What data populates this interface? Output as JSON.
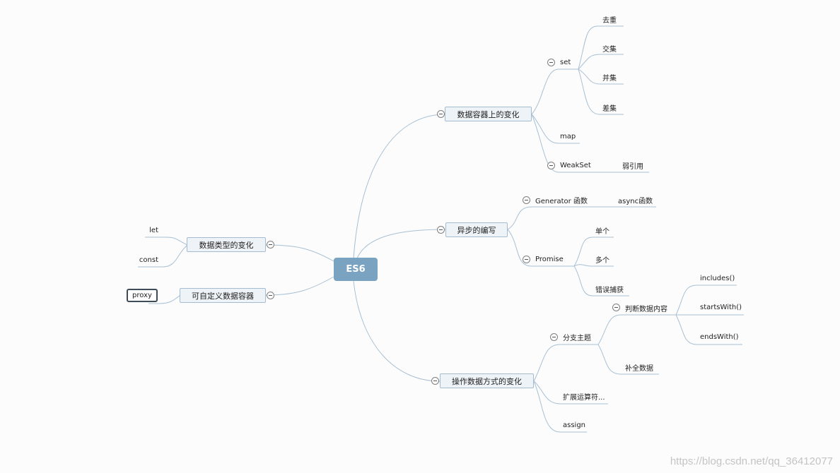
{
  "mindmap": {
    "root": "ES6",
    "right": {
      "container": {
        "label": "数据容器上的变化",
        "set": {
          "label": "set",
          "children": [
            "去重",
            "交集",
            "并集",
            "差集"
          ]
        },
        "map": "map",
        "weakset": {
          "label": "WeakSet",
          "child": "弱引用"
        }
      },
      "async": {
        "label": "异步的编写",
        "generator": {
          "label": "Generator 函数",
          "child": "async函数"
        },
        "promise": {
          "label": "Promise",
          "children": [
            "单个",
            "多个",
            "错误捕获"
          ]
        }
      },
      "operate": {
        "label": "操作数据方式的变化",
        "branch": {
          "label": "分支主题",
          "judge": {
            "label": "判断数据内容",
            "children": [
              "includes()",
              "startsWith()",
              "endsWith()"
            ]
          },
          "fill": "补全数据"
        },
        "spread": "扩展运算符...",
        "assign": "assign"
      }
    },
    "left": {
      "types": {
        "label": "数据类型的变化",
        "children": [
          "let",
          "const"
        ]
      },
      "custom": {
        "label": "可自定义数据容器",
        "child": "proxy"
      }
    }
  },
  "watermark": "https://blog.csdn.net/qq_36412077",
  "colors": {
    "line": "#a8c0d4",
    "root": "#7aa3c2",
    "node_fill": "#eef3f8",
    "node_border": "#a5bcd0"
  }
}
